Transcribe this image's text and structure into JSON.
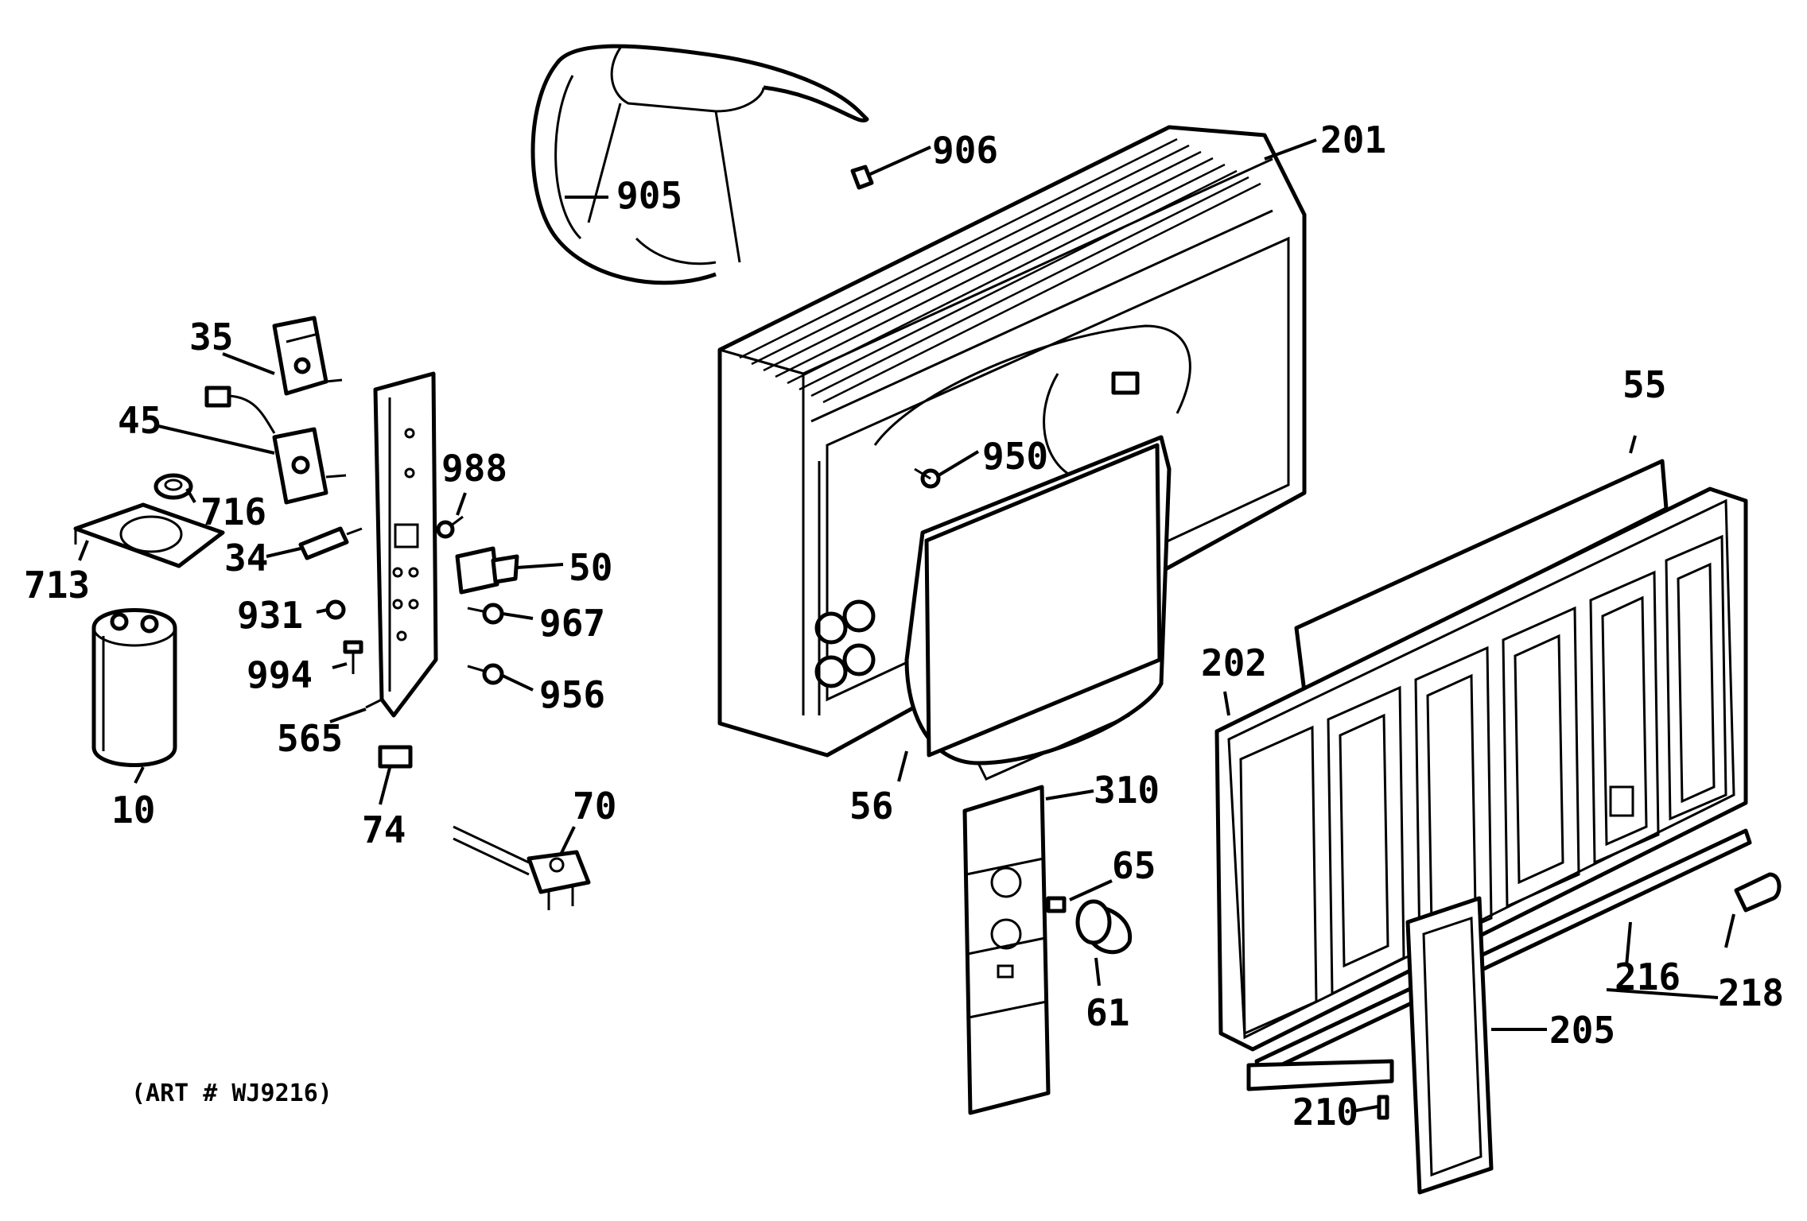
{
  "diagram": {
    "art_number": "(ART # WJ9216)",
    "parts": [
      {
        "id": "905",
        "label": "905"
      },
      {
        "id": "906",
        "label": "906"
      },
      {
        "id": "201",
        "label": "201"
      },
      {
        "id": "35",
        "label": "35"
      },
      {
        "id": "45",
        "label": "45"
      },
      {
        "id": "716",
        "label": "716"
      },
      {
        "id": "713",
        "label": "713"
      },
      {
        "id": "34",
        "label": "34"
      },
      {
        "id": "988",
        "label": "988"
      },
      {
        "id": "50",
        "label": "50"
      },
      {
        "id": "931",
        "label": "931"
      },
      {
        "id": "967",
        "label": "967"
      },
      {
        "id": "994",
        "label": "994"
      },
      {
        "id": "956",
        "label": "956"
      },
      {
        "id": "565",
        "label": "565"
      },
      {
        "id": "10",
        "label": "10"
      },
      {
        "id": "74",
        "label": "74"
      },
      {
        "id": "70",
        "label": "70"
      },
      {
        "id": "950",
        "label": "950"
      },
      {
        "id": "56",
        "label": "56"
      },
      {
        "id": "55",
        "label": "55"
      },
      {
        "id": "202",
        "label": "202"
      },
      {
        "id": "310",
        "label": "310"
      },
      {
        "id": "65",
        "label": "65"
      },
      {
        "id": "61",
        "label": "61"
      },
      {
        "id": "216",
        "label": "216"
      },
      {
        "id": "218",
        "label": "218"
      },
      {
        "id": "205",
        "label": "205"
      },
      {
        "id": "210",
        "label": "210"
      }
    ]
  }
}
